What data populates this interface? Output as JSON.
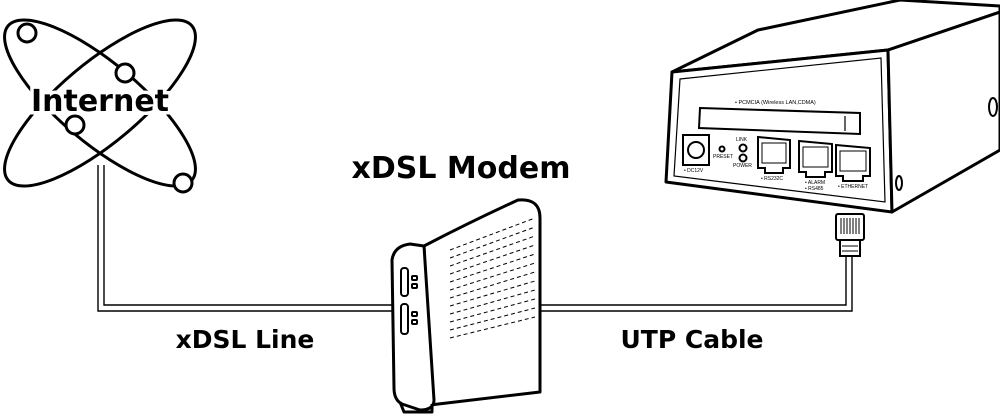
{
  "labels": {
    "internet": "Internet",
    "modem": "xDSL Modem",
    "xdsl_line": "xDSL Line",
    "utp_cable": "UTP Cable"
  },
  "device": {
    "slot_label": "• PCMCIA (Wireless LAN,CDMA)",
    "dc": "• DC12V",
    "preset": "PRESET",
    "link": "LINK",
    "power": "POWER",
    "rs232c": "• RS232C",
    "alarm": "• ALARM",
    "rs485": "• RS485",
    "ethernet": "• ETHERNET"
  },
  "colors": {
    "line": "#000000",
    "background": "#ffffff"
  }
}
